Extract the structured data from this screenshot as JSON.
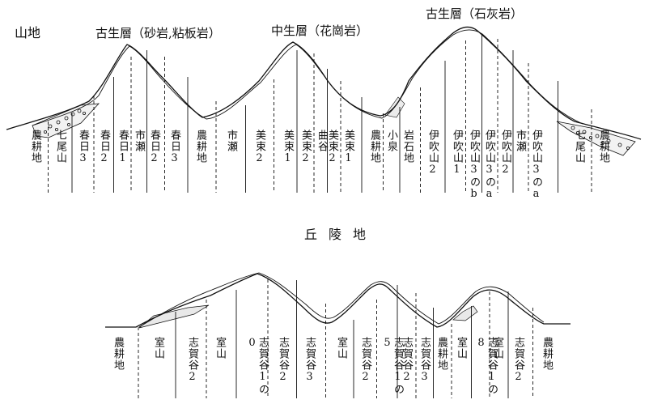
{
  "mountain": {
    "title": "山地",
    "formations": [
      "古生層（砂岩,粘板岩）",
      "中生層（花崗岩）",
      "古生層（石灰岩）"
    ],
    "columns": [
      "農耕地",
      "七尾山",
      "春日3",
      "春日2",
      "春日1",
      "市瀬",
      "春日2",
      "春日3",
      "農耕地",
      "市瀬",
      "美束2",
      "美束1",
      "美束2",
      "曲谷",
      "美束2",
      "美束1",
      "農耕地",
      "小泉",
      "岩石地",
      "伊吹山2",
      "伊吹山1",
      "伊吹山3のb",
      "伊吹山3のa",
      "伊吹山2",
      "市瀬",
      "伊吹山3のa",
      "七尾山",
      "農耕地"
    ]
  },
  "hills": {
    "title": "丘陵地",
    "columns": [
      "農耕地",
      "室山",
      "志賀谷2",
      "室山",
      "志賀谷1の0",
      "志賀谷2",
      "志賀谷3",
      "室山",
      "志賀谷2",
      "志賀谷1の5",
      "志賀谷2",
      "志賀谷3",
      "農耕地",
      "室山",
      "志賀谷1の8",
      "室山",
      "志賀谷2",
      "農耕地"
    ]
  }
}
